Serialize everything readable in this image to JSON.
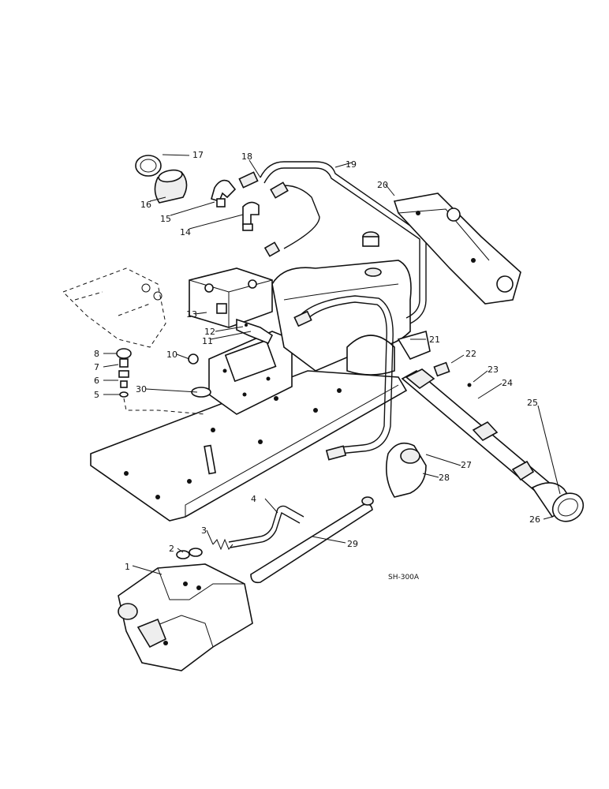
{
  "diagram": {
    "reference_code": "SH-300A",
    "callouts": [
      "1",
      "2",
      "3",
      "4",
      "5",
      "6",
      "7",
      "8",
      "10",
      "11",
      "12",
      "13",
      "14",
      "15",
      "16",
      "17",
      "18",
      "19",
      "20",
      "21",
      "22",
      "23",
      "24",
      "25",
      "26",
      "27",
      "28",
      "29",
      "30"
    ]
  }
}
